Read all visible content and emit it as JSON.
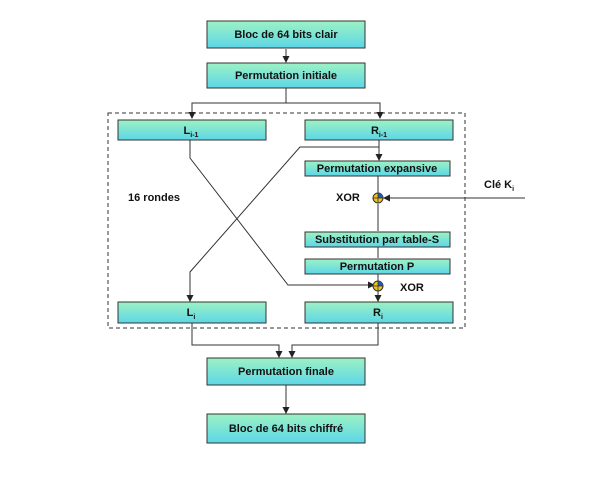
{
  "boxes": {
    "input_block": "Bloc de 64 bits clair",
    "initial_permutation": "Permutation initiale",
    "left_prev": "L",
    "left_prev_sub": "i-1",
    "right_prev": "R",
    "right_prev_sub": "i-1",
    "expansion_permutation": "Permutation expansive",
    "sbox_substitution": "Substitution par table-S",
    "p_permutation": "Permutation P",
    "left_next": "L",
    "left_next_sub": "i",
    "right_next": "R",
    "right_next_sub": "i",
    "final_permutation": "Permutation finale",
    "output_block": "Bloc de 64 bits chiffré"
  },
  "labels": {
    "rounds": "16 rondes",
    "xor_top": "XOR",
    "xor_bottom": "XOR",
    "round_key": "Clé K",
    "round_key_sub": "i"
  },
  "colors": {
    "box_fill_top": "#9cf2c4",
    "box_fill_bottom": "#5dd6e6",
    "xor_fill": "#f0c419",
    "xor_accent": "#2a56b8"
  }
}
